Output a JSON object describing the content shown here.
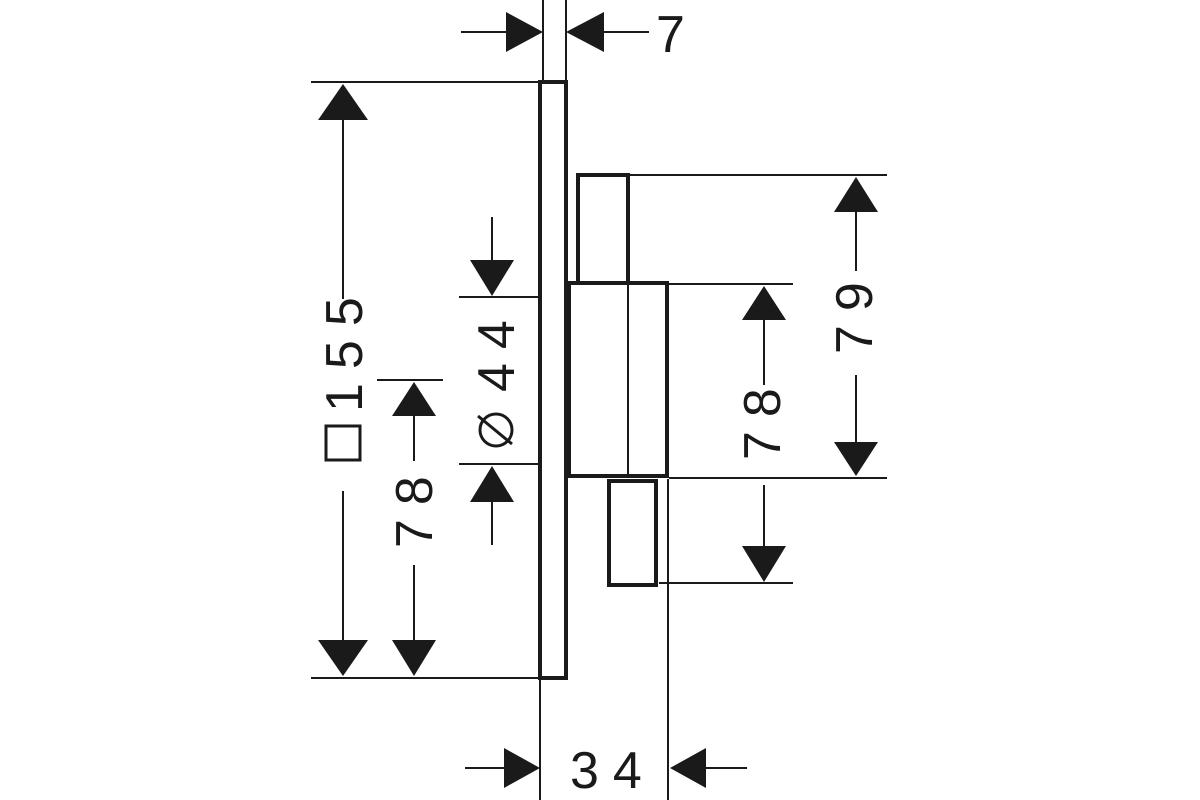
{
  "dimensions": {
    "thickness_top": "7",
    "plate_square": "155",
    "diameter_label": "44",
    "half_left": "78",
    "mid_right": "78",
    "height_right": "79",
    "depth_bottom": "34"
  },
  "symbols": {
    "square": "square-symbol",
    "diameter": "diameter-symbol"
  },
  "colors": {
    "ink": "#1a1a1a",
    "background": "#ffffff"
  }
}
